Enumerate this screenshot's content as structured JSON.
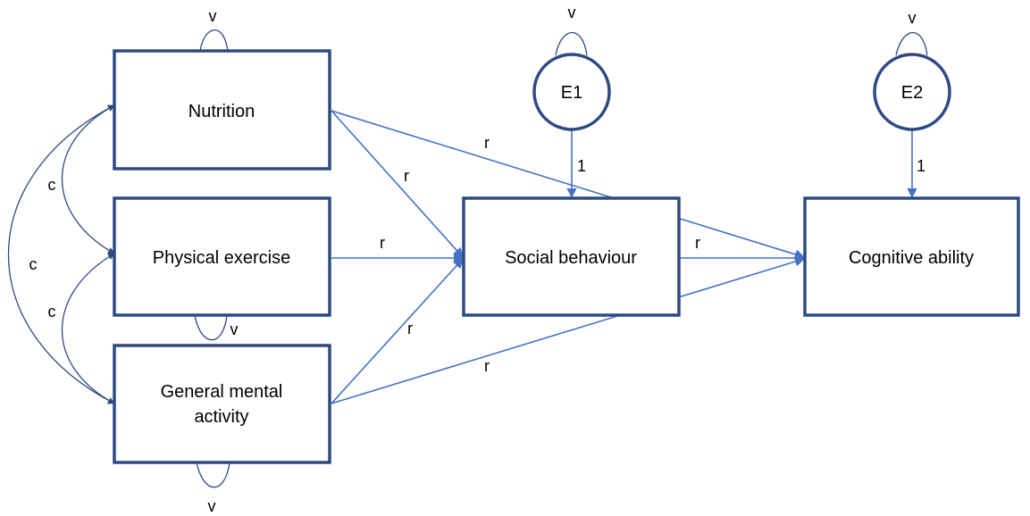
{
  "nodes": {
    "nutrition": "Nutrition",
    "physical_exercise": "Physical exercise",
    "general_mental_activity_line1": "General mental",
    "general_mental_activity_line2": "activity",
    "social_behaviour": "Social behaviour",
    "cognitive_ability": "Cognitive ability",
    "e1": "E1",
    "e2": "E2"
  },
  "labels": {
    "variance": "v",
    "covariance": "c",
    "regression": "r",
    "fixed_loading": "1"
  },
  "colors": {
    "box_border": "#2f4a82",
    "arrow": "#4472c4"
  }
}
